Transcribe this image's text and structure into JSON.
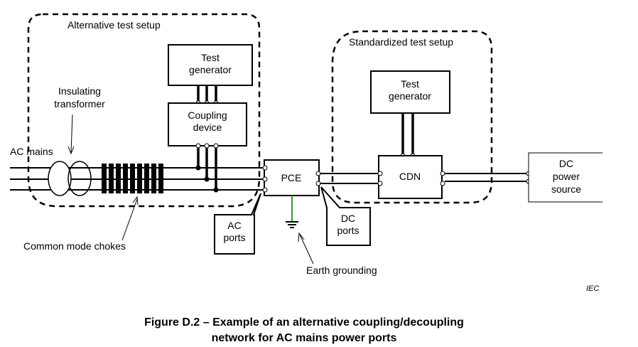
{
  "labels": {
    "alt_setup": "Alternative test setup",
    "std_setup": "Standardized test setup",
    "test_gen_alt": [
      "Test",
      "generator"
    ],
    "coupling_device": [
      "Coupling",
      "device"
    ],
    "test_gen_std": [
      "Test",
      "generator"
    ],
    "insulating_transformer": [
      "Insulating",
      "transformer"
    ],
    "ac_mains": "AC mains",
    "pce": "PCE",
    "cdn": "CDN",
    "dc_power_source": [
      "DC",
      "power",
      "source"
    ],
    "ac_ports": [
      "AC",
      "ports"
    ],
    "dc_ports": [
      "DC",
      "ports"
    ],
    "common_mode_chokes": "Common mode chokes",
    "earth_grounding": "Earth grounding",
    "iec": "IEC"
  },
  "caption": {
    "line1": "Figure D.2 – Example of an alternative coupling/decoupling",
    "line2": "network for AC mains power ports"
  },
  "colors": {
    "ground_wire": "#2e9a2e"
  }
}
